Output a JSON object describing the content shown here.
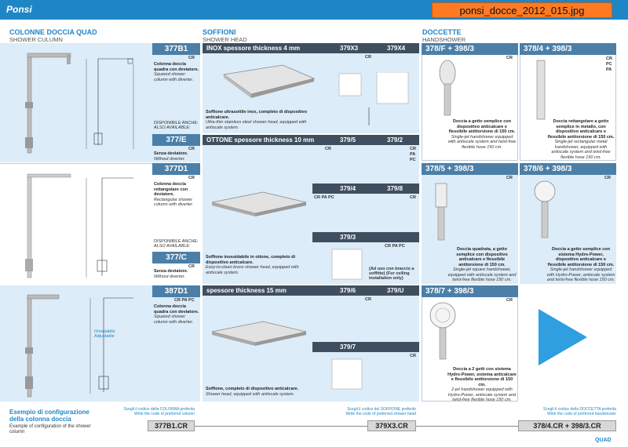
{
  "header": {
    "brand": "Ponsi",
    "file_tag": "ponsi_docce_2012_015.jpg"
  },
  "sections": {
    "colonne": {
      "title": "COLONNE DOCCIA QUAD",
      "subtitle": "SHOWER CULUMN"
    },
    "soffioni": {
      "title": "SOFFIONI",
      "subtitle": "SHOWER HEAD"
    },
    "doccette": {
      "title": "DOCCETTE",
      "subtitle": "HANDSHOWER"
    }
  },
  "columns": [
    {
      "code": "377B1",
      "finish": "CR",
      "desc": "Colonna doccia quadra con deviatore.",
      "desc_en": "Squared shower column with diverter.",
      "avail": "DISPONIBILE ANCHE:",
      "avail_en": "ALSO AVAILABLE:",
      "alt_code": "377/E",
      "alt_finish": "CR",
      "alt_desc": "Senza deviatore.",
      "alt_desc_en": "Without diverter."
    },
    {
      "code": "377D1",
      "finish": "CR",
      "desc": "Colonna doccia rettangolare con deviatore.",
      "desc_en": "Rectangular shower column with diverter.",
      "avail": "DISPONIBILE ANCHE:",
      "avail_en": "ALSO AVAILABLE:",
      "alt_code": "377/C",
      "alt_finish": "CR",
      "alt_desc": "Senza deviatore.",
      "alt_desc_en": "Without diverter."
    },
    {
      "code": "387D1",
      "finish": "CR PA PC",
      "desc": "Colonna doccia quadra con deviatore.",
      "desc_en": "Squared shower column with diverter.",
      "label_orient": "Orientabile Adjustable"
    }
  ],
  "heads": {
    "inox": {
      "band": "INOX spessore thickness 4 mm",
      "code1": "379X3",
      "code2": "379X4",
      "finish": "CR",
      "desc": "Soffione ultrasottile inox, completo di dispositivo anticalcare.",
      "desc_en": "Ultra-thin stainless steel shower head, equipped with antiscale system."
    },
    "ottone": {
      "band": "OTTONE spessore thickness 10 mm",
      "code1": "379/5",
      "code2": "379/2",
      "finish": "CR",
      "finish2": "CR PA PC",
      "code3": "379/4",
      "code4": "379/8",
      "finish3": "CR PA PC",
      "finish4": "CR",
      "code5": "379/3",
      "finish5": "CR PA PC",
      "desc": "Soffione inossidabile in ottone, completo di dispositivo anticalcare.",
      "desc_en": "Easy-to-clean brass shower head, equipped with antiscale system.",
      "note": "(Ad uso con braccio a soffitto) (For ceiling installation only)"
    },
    "third": {
      "band": "spessore thickness 15 mm",
      "code1": "379/6",
      "code2": "379/U",
      "finish": "CR",
      "code3": "379/7",
      "finish3": "CR",
      "desc": "Soffione, completo di dispositivo anticalcare.",
      "desc_en": "Shower head, equipped with antiscale system."
    }
  },
  "hand": [
    {
      "code": "378/F + 398/3",
      "finish": "CR",
      "desc": "Doccia a getto semplice con dispositivo anticalcare e flessibile antitorsione di 150 cm.",
      "desc_en": "Single-jet handshower equipped with antiscale system and twist-free flexible hose 150 cm."
    },
    {
      "code": "378/4 + 398/3",
      "finish": "CR PC PA",
      "desc": "Doccia rettangolare a getto semplice in metallo, con dispositivo anticalcare e flessibile antitorsione di 150 cm.",
      "desc_en": "Single-jet rectangular metal handshower, equipped with antiscale system and twist-free flexible hose 150 cm."
    },
    {
      "code": "378/5 + 398/3",
      "finish": "CR",
      "desc": "Doccia quadrata, a getto semplice con dispositivo anticalcare e flessibile antitorsione di 150 cm.",
      "desc_en": "Single-jet square handshower, equipped with antiscale system and twist-free flexible hose 150 cm."
    },
    {
      "code": "378/6 + 398/3",
      "finish": "CR",
      "desc": "Doccia a getto semplice con sistema Hydro-Power, dispositivo anticalcare e flessibile antitorsione di 150 cm.",
      "desc_en": "Single-jet handshower equipped with Hydro-Power, antiscale system and twist-free flexible hose 150 cm."
    },
    {
      "code": "378/7 + 398/3",
      "finish": "CR",
      "desc": "Doccia a 2 getti con sistema Hydro-Power, sistema anticalcare e flessibile antitorsione di 150 cm.",
      "desc_en": "2-jet handshower equipped with Hydro-Power, antiscale system and twist-free flexible hose 150 cm."
    }
  ],
  "example": {
    "title": "Esempio di configurazione della colonna doccia",
    "title_en": "Example of configuration of the shower column",
    "lbl1": "Scegli il codice della COLONNA preferita",
    "lbl1_en": "Write the code of preferred column",
    "res1": "377B1.CR",
    "lbl2": "Scegli il codice del SOFFIONE preferito",
    "lbl2_en": "Write the code of preferred shower head",
    "res2": "379X3.CR",
    "lbl3": "Scegli il codice della DOCCETTA preferita",
    "lbl3_en": "Write the code of preferred handshower",
    "res3": "378/4.CR + 398/3.CR"
  },
  "footer": {
    "series": "QUAD"
  },
  "colors": {
    "brand_blue": "#1f86c6",
    "panel": "#dcecf8",
    "code_bg": "#4b7fa8",
    "dark_bar": "#3f4f5f",
    "tag": "#ff7a22"
  }
}
